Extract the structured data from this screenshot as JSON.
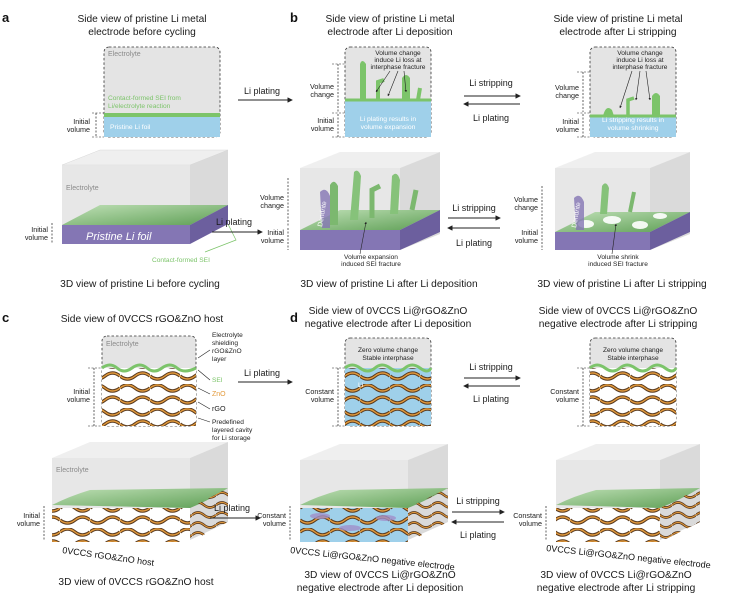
{
  "panels": {
    "a": {
      "letter": "a",
      "side_title_1": "Side view of pristine Li metal",
      "side_title_2": "electrode before cycling",
      "electrolyte": "Electrolyte",
      "sei_1": "Contact-formed SEI from",
      "sei_2": "Li/electrolyte reaction",
      "foil": "Pristine Li foil",
      "initial_1": "Initial",
      "initial_2": "volume",
      "view3d_electrolyte": "Electrolyte",
      "view3d_foil": "Pristine Li foil",
      "view3d_sei": "Contact-formed SEI",
      "view3d_caption": "3D view of pristine Li before cycling"
    },
    "b": {
      "letter": "b",
      "dep_title_1": "Side view of pristine Li metal",
      "dep_title_2": "electrode after Li deposition",
      "strip_title_1": "Side view of pristine Li metal",
      "strip_title_2": "electrode after Li stripping",
      "vc_note_1": "Volume change",
      "vc_note_2": "induce Li loss at",
      "vc_note_3": "interphase fracture",
      "vol_change_1": "Volume",
      "vol_change_2": "change",
      "initial_1": "Initial",
      "initial_2": "volume",
      "dep_foil_1": "Li plating results in",
      "dep_foil_2": "volume expansion",
      "strip_foil_1": "Li stripping results in",
      "strip_foil_2": "volume shrinking",
      "dendrite": "Dendrite",
      "dep_sei_1": "Volume expansion",
      "dep_sei_2": "induced SEI fracture",
      "strip_sei_1": "Volume shrink",
      "strip_sei_2": "induced SEI fracture",
      "dep_caption": "3D view of pristine Li after Li deposition",
      "strip_caption": "3D view of pristine Li after Li stripping"
    },
    "c": {
      "letter": "c",
      "title": "Side view of 0VCCS rGO&ZnO host",
      "electrolyte": "Electrolyte",
      "shield_1": "Electrolyte",
      "shield_2": "shielding",
      "shield_3": "rGO&ZnO",
      "shield_4": "layer",
      "sei": "SEI",
      "zno": "ZnO",
      "rgo": "rGO",
      "cavity_1": "Predefined",
      "cavity_2": "layered cavity",
      "cavity_3": "for Li storage",
      "initial_1": "Initial",
      "initial_2": "volume",
      "view3d_electrolyte": "Electrolyte",
      "host_label": "0VCCS rGO&ZnO host",
      "view3d_caption": "3D view of 0VCCS rGO&ZnO host"
    },
    "d": {
      "letter": "d",
      "dep_title_1": "Side view of 0VCCS Li@rGO&ZnO",
      "dep_title_2": "negative electrode after Li deposition",
      "strip_title_1": "Side view of 0VCCS Li@rGO&ZnO",
      "strip_title_2": "negative electrode after Li stripping",
      "zero_1": "Zero volume change",
      "zero_2": "Stable interphase",
      "li": "Li",
      "constant_1": "Constant",
      "constant_2": "volume",
      "dep_host_label": "0VCCS Li@rGO&ZnO negative electrode",
      "strip_host_label": "0VCCS Li@rGO&ZnO negative electrode",
      "dep_caption_1": "3D view of 0VCCS Li@rGO&ZnO",
      "dep_caption_2": "negative electrode after Li deposition",
      "strip_caption_1": "3D view of 0VCCS Li@rGO&ZnO",
      "strip_caption_2": "negative electrode after Li stripping"
    }
  },
  "arrows": {
    "li_plating": "Li plating",
    "li_stripping": "Li stripping"
  },
  "colors": {
    "electrolyte": "#e6e6e6",
    "sei_green": "#7cc46a",
    "li_blue": "#9fd0ea",
    "li_foil_purple": "#8476b4",
    "zno_orange": "#e39a3b",
    "rgo_brown": "#6a4a2c"
  }
}
